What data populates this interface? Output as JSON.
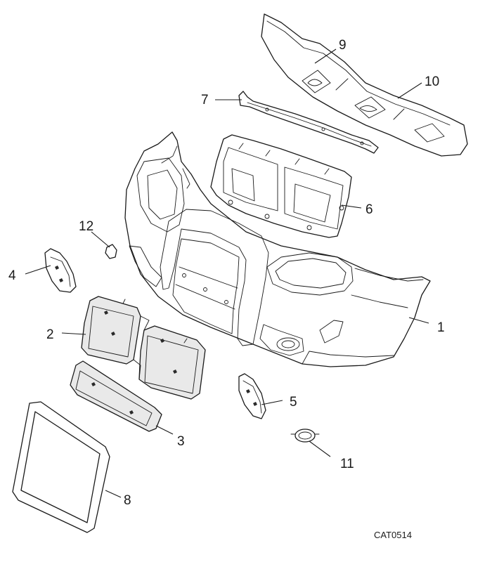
{
  "callouts": [
    {
      "id": "1",
      "label": "1"
    },
    {
      "id": "2",
      "label": "2"
    },
    {
      "id": "3",
      "label": "3"
    },
    {
      "id": "4",
      "label": "4"
    },
    {
      "id": "5",
      "label": "5"
    },
    {
      "id": "6",
      "label": "6"
    },
    {
      "id": "7",
      "label": "7"
    },
    {
      "id": "8",
      "label": "8"
    },
    {
      "id": "9",
      "label": "9"
    },
    {
      "id": "10",
      "label": "10"
    },
    {
      "id": "11",
      "label": "11"
    },
    {
      "id": "12",
      "label": "12"
    }
  ],
  "catalog_code": "CAT0514"
}
